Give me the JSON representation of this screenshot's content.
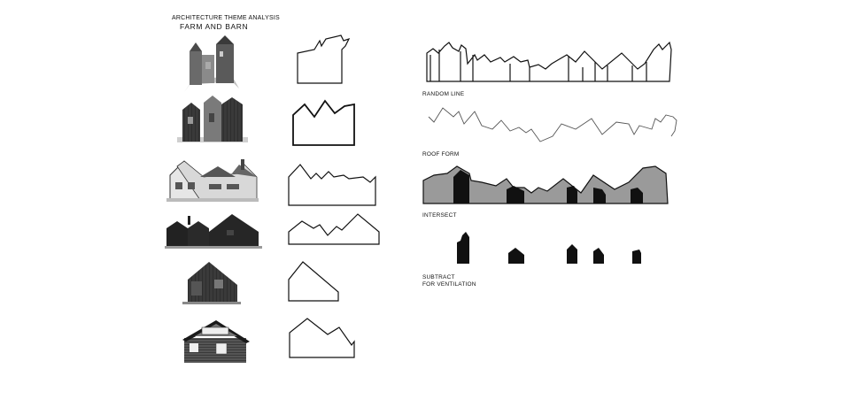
{
  "header": {
    "subtitle": "ARCHITECTURE THEME ANALYSIS",
    "title": "FARM AND BARN"
  },
  "steps": {
    "random_line": "RANDOM LINE",
    "roof_form": "ROOF FORM",
    "intersect": "INTERSECT",
    "subtract_line1": "SUBTRACT",
    "subtract_line2": "FOR VENTILATION"
  },
  "colors": {
    "ink": "#111111",
    "fill_gray": "#9a9a9a",
    "solid": "#111111"
  }
}
